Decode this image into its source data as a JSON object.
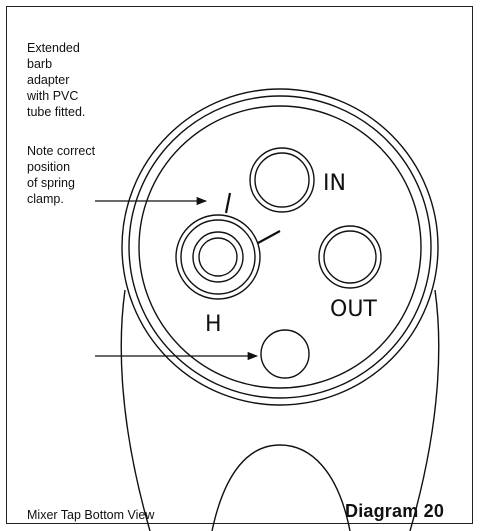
{
  "notes": {
    "adapter": "Extended\nbarb\nadapter\nwith PVC\ntube fitted.",
    "clamp": "Note correct\nposition\nof spring\nclamp."
  },
  "ports": {
    "in": "IN",
    "out": "OUT",
    "hot": "H"
  },
  "caption": "Mixer Tap Bottom View",
  "diagram_title": "Diagram 20"
}
